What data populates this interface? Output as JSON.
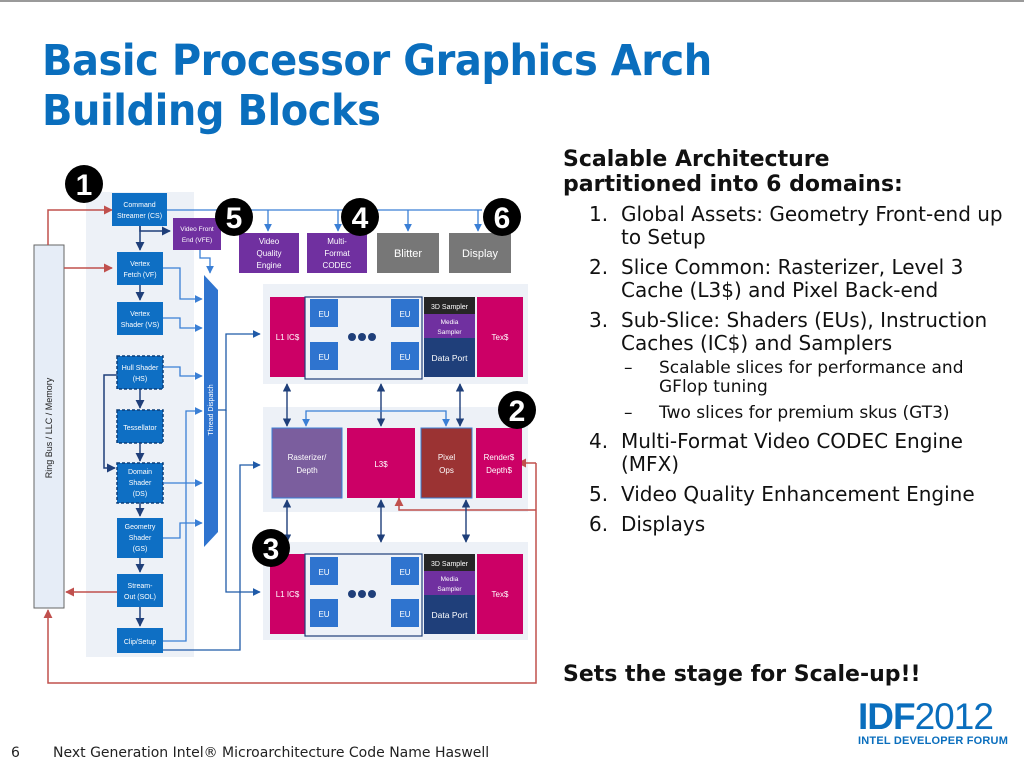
{
  "slide": {
    "title_lines": [
      "Basic Processor Graphics Arch",
      "Building Blocks"
    ],
    "page_number": "6",
    "footer": "Next Generation Intel® Microarchitecture Code Name Haswell",
    "logo": {
      "main": "IDF",
      "year": "2012",
      "subtitle": "INTEL DEVELOPER FORUM"
    },
    "colors": {
      "title_blue": "#0a6ebd",
      "pipeline_blue": "#0e6fc4",
      "purple": "#7030a0",
      "magenta": "#cc0066",
      "gray_block": "#777777",
      "navy": "#1f497d",
      "red_arrow": "#c0504d"
    }
  },
  "right_panel": {
    "heading_lines": [
      "Scalable Architecture",
      "partitioned into 6 domains:"
    ],
    "items": [
      {
        "num": "1.",
        "text": "Global Assets: Geometry Front-end up to Setup"
      },
      {
        "num": "2.",
        "text": "Slice Common: Rasterizer, Level 3 Cache (L3$) and Pixel Back-end"
      },
      {
        "num": "3.",
        "text": "Sub-Slice: Shaders (EUs), Instruction Caches (IC$) and Samplers",
        "sub": [
          {
            "dash": "–",
            "text": "Scalable slices for performance and GFlop tuning"
          },
          {
            "dash": "–",
            "text": "Two slices for premium skus (GT3)"
          }
        ]
      },
      {
        "num": "4.",
        "text": "Multi-Format Video CODEC Engine (MFX)"
      },
      {
        "num": "5.",
        "text": "Video Quality Enhancement Engine"
      },
      {
        "num": "6.",
        "text": "Displays"
      }
    ],
    "tagline": "Sets the stage for Scale-up!!"
  },
  "diagram": {
    "ring_bus": "Ring Bus / LLC / Memory",
    "thread_dispatch": "Thread Dispatch",
    "badges": [
      "1",
      "2",
      "3",
      "4",
      "5",
      "6"
    ],
    "pipeline": {
      "command_streamer": [
        "Command",
        "Streamer (CS)"
      ],
      "vertex_fetch": [
        "Vertex",
        "Fetch (VF)"
      ],
      "vertex_shader": [
        "Vertex",
        "Shader (VS)"
      ],
      "hull_shader": [
        "Hull Shader",
        "(HS)"
      ],
      "tessellator": [
        "Tessellator"
      ],
      "domain_shader": [
        "Domain",
        "Shader",
        "(DS)"
      ],
      "geometry_shader": [
        "Geometry",
        "Shader",
        "(GS)"
      ],
      "stream_out": [
        "Stream-",
        "Out (SOL)"
      ],
      "clip_setup": [
        "Clip/Setup"
      ]
    },
    "media": {
      "vfe": [
        "Video Front",
        "End (VFE)"
      ],
      "vqe": [
        "Video",
        "Quality",
        "Engine"
      ],
      "mfx": [
        "Multi-",
        "Format",
        "CODEC"
      ],
      "blitter": "Blitter",
      "display": "Display"
    },
    "subslice": {
      "l1": "L1 IC$",
      "eu": "EU",
      "sampler3d": "3D Sampler",
      "media_sampler": [
        "Media",
        "Sampler"
      ],
      "data_port": "Data Port",
      "tex": "Tex$"
    },
    "slice_common": {
      "rasterizer": [
        "Rasterizer/",
        "Depth"
      ],
      "l3": "L3$",
      "pixel_ops": [
        "Pixel",
        "Ops"
      ],
      "render": [
        "Render$",
        "Depth$"
      ]
    }
  }
}
